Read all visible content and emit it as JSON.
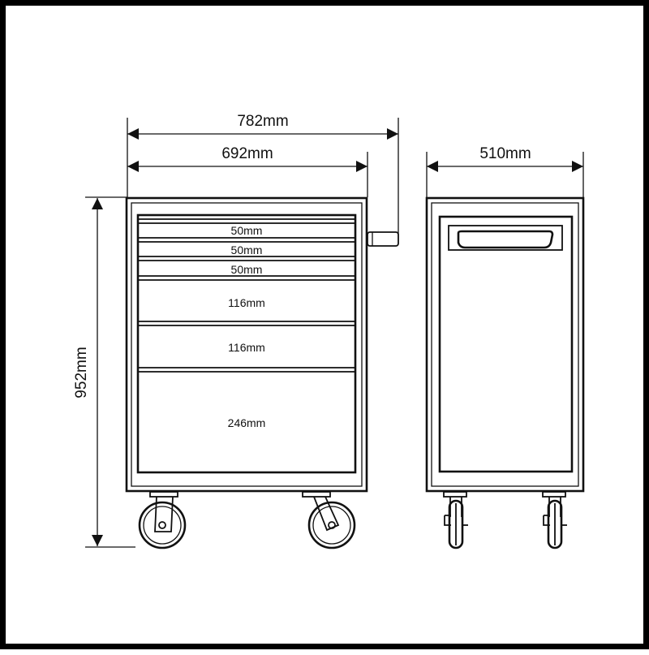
{
  "dimensions": {
    "overall_width": "782mm",
    "body_width": "692mm",
    "depth": "510mm",
    "height": "952mm"
  },
  "drawers": [
    {
      "label": "50mm"
    },
    {
      "label": "50mm"
    },
    {
      "label": "50mm"
    },
    {
      "label": "116mm"
    },
    {
      "label": "116mm"
    },
    {
      "label": "246mm"
    }
  ]
}
